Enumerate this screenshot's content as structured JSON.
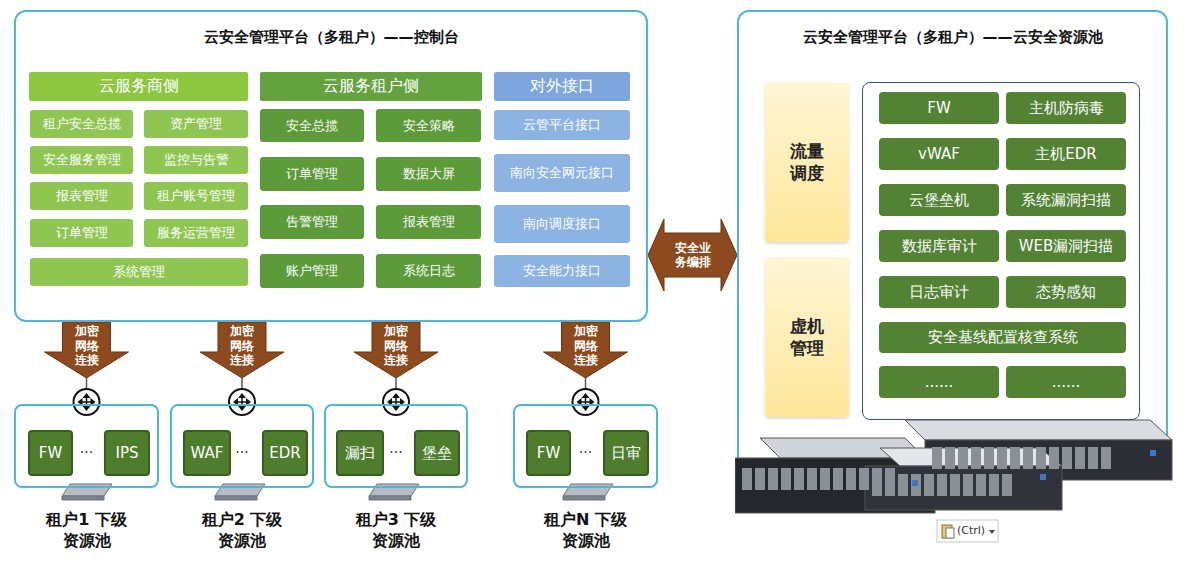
{
  "diagram": {
    "nodes": [
      {
        "text": [
          "云安全管理平台（多租户）——控制台"
        ]
      },
      {
        "text": [
          "云服务商侧"
        ],
        "in": 0
      },
      {
        "text": [
          "租户安全总揽"
        ],
        "in": 0
      },
      {
        "text": [
          "资产管理"
        ],
        "in": 0
      },
      {
        "text": [
          "安全服务管理"
        ],
        "in": 0
      },
      {
        "text": [
          "监控与告警"
        ],
        "in": 0
      },
      {
        "text": [
          "报表管理"
        ],
        "in": 0
      },
      {
        "text": [
          "租户账号管理"
        ],
        "in": 0
      },
      {
        "text": [
          "订单管理"
        ],
        "in": 0
      },
      {
        "text": [
          "服务运营管理"
        ],
        "in": 0
      },
      {
        "text": [
          "系统管理"
        ],
        "in": 0
      },
      {
        "text": [
          "云服务租户侧"
        ],
        "in": 0
      },
      {
        "text": [
          "安全总揽"
        ],
        "in": 0
      },
      {
        "text": [
          "安全策略"
        ],
        "in": 0
      },
      {
        "text": [
          "订单管理"
        ],
        "in": 0
      },
      {
        "text": [
          "数据大屏"
        ],
        "in": 0
      },
      {
        "text": [
          "告警管理"
        ],
        "in": 0
      },
      {
        "text": [
          "报表管理"
        ],
        "in": 0
      },
      {
        "text": [
          "账户管理"
        ],
        "in": 0
      },
      {
        "text": [
          "系统日志"
        ],
        "in": 0
      },
      {
        "text": [
          "对外接口"
        ],
        "in": 0
      },
      {
        "text": [
          "云管平台接口"
        ],
        "in": 0
      },
      {
        "text": [
          "南向安全网元接口"
        ],
        "in": 0
      },
      {
        "text": [
          "南向调度接口"
        ],
        "in": 0
      },
      {
        "text": [
          "安全能力接口"
        ],
        "in": 0
      },
      {
        "text": [
          "云安全管理平台（多租户）——云安全资源池"
        ]
      },
      {
        "text": [
          "流量调度"
        ],
        "in": 25
      },
      {
        "text": [
          "虚机管理"
        ],
        "in": 25
      },
      {
        "text": [
          "FW"
        ],
        "in": 25
      },
      {
        "text": [
          "主机防病毒"
        ],
        "in": 25
      },
      {
        "text": [
          "vWAF"
        ],
        "in": 25
      },
      {
        "text": [
          "主机EDR"
        ],
        "in": 25
      },
      {
        "text": [
          "云堡垒机"
        ],
        "in": 25
      },
      {
        "text": [
          "系统漏洞扫描"
        ],
        "in": 25
      },
      {
        "text": [
          "数据库审计"
        ],
        "in": 25
      },
      {
        "text": [
          "WEB漏洞扫描"
        ],
        "in": 25
      },
      {
        "text": [
          "日志审计"
        ],
        "in": 25
      },
      {
        "text": [
          "态势感知"
        ],
        "in": 25
      },
      {
        "text": [
          "安全基线配置核查系统"
        ],
        "in": 25
      },
      {
        "text": [
          "......"
        ],
        "in": 25
      },
      {
        "text": [
          "......"
        ],
        "in": 25
      },
      {
        "text": [
          "...",
          "租户1 下级资源池"
        ]
      },
      {
        "text": [
          "FW"
        ],
        "in": 41
      },
      {
        "text": [
          "IPS"
        ],
        "in": 41
      },
      {
        "text": [
          "...",
          "租户2 下级资源池"
        ]
      },
      {
        "text": [
          "WAF"
        ],
        "in": 44
      },
      {
        "text": [
          "EDR"
        ],
        "in": 44
      },
      {
        "text": [
          "...",
          "租户3 下级资源池"
        ]
      },
      {
        "text": [
          "漏扫"
        ],
        "in": 47
      },
      {
        "text": [
          "堡垒"
        ],
        "in": 47
      },
      {
        "text": [
          "...",
          "租户N 下级资源池"
        ]
      },
      {
        "text": [
          "FW"
        ],
        "in": 50
      },
      {
        "text": [
          "日审"
        ],
        "in": 50
      }
    ],
    "edges": [
      {
        "from": 0,
        "to": 25,
        "arrow": "both",
        "label": "安全业务编排"
      },
      {
        "from": 0,
        "to": 41,
        "arrow": "to",
        "label": "加密网络连接"
      },
      {
        "from": 0,
        "to": 44,
        "arrow": "to",
        "label": "加密网络连接"
      },
      {
        "from": 0,
        "to": 47,
        "arrow": "to",
        "label": "加密网络连接"
      },
      {
        "from": 0,
        "to": 50,
        "arrow": "to",
        "label": "加密网络连接"
      }
    ],
    "labels": [
      "(Ctrl)"
    ]
  }
}
